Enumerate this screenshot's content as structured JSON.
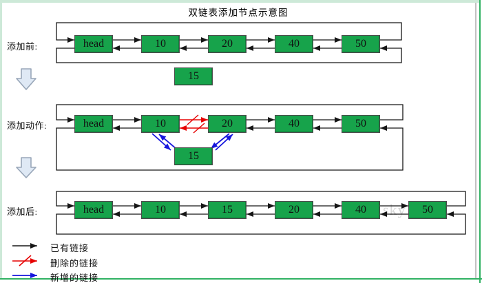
{
  "page": {
    "title": "双链表添加节点示意图",
    "watermark": "sky"
  },
  "rows": [
    {
      "label": "添加前:",
      "nodes": [
        "head",
        "10",
        "20",
        "40",
        "50"
      ],
      "floating_node": "15"
    },
    {
      "label": "添加动作:",
      "nodes": [
        "head",
        "10",
        "20",
        "40",
        "50"
      ],
      "inserted_node": "15"
    },
    {
      "label": "添加后:",
      "nodes": [
        "head",
        "10",
        "15",
        "20",
        "40",
        "50"
      ]
    }
  ],
  "legend": [
    {
      "label": "已有链接",
      "color": "#161616",
      "style": "solid-arrow"
    },
    {
      "label": "删除的链接",
      "color": "#e60000",
      "style": "slashed-arrow"
    },
    {
      "label": "新增的链接",
      "color": "#1515dd",
      "style": "solid-arrow"
    }
  ],
  "colors": {
    "node_fill": "#17a34b",
    "node_border": "#4d4d4d",
    "node_text": "#111111",
    "link_black": "#161616",
    "link_deleted": "#e60000",
    "link_new": "#1515dd",
    "frame": "#6e6e6e",
    "down_fill": "#dfe9f5",
    "down_stroke": "#98a6b8",
    "watermark": "#d8d8d8",
    "border_light": "#cde9d8",
    "border_green": "#2fb162",
    "border_gray": "#c2c2c2"
  }
}
